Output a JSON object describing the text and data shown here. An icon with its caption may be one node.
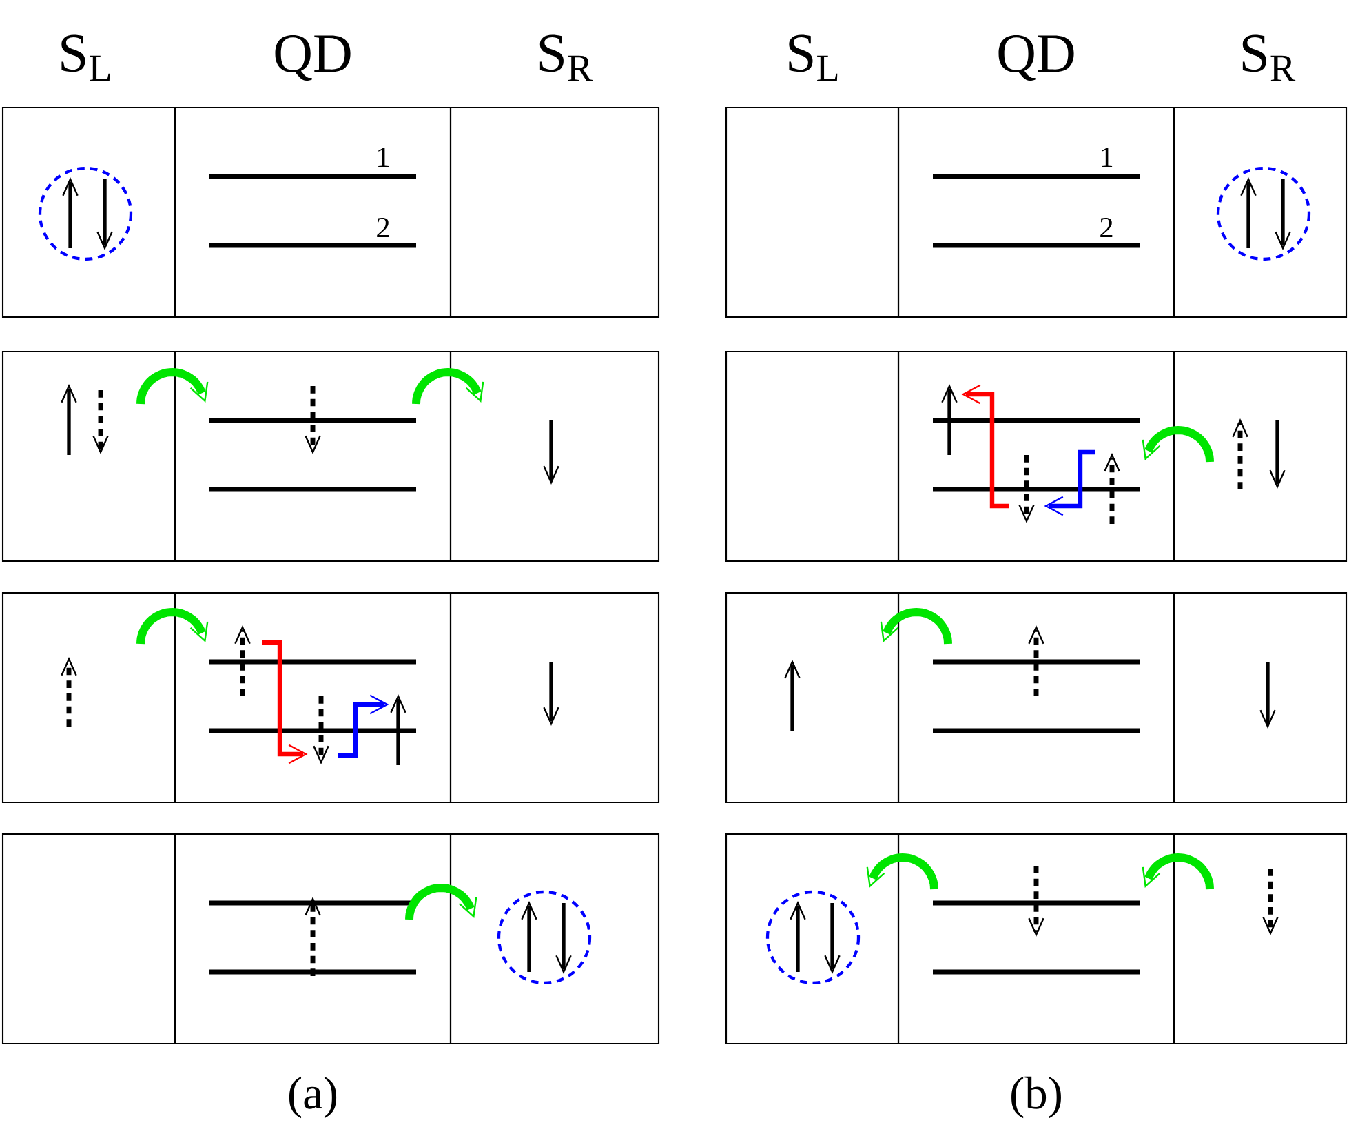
{
  "diagram": {
    "labels": [
      "S$_{L}$",
      "QD",
      "S$_{R}$",
      "S$_{L}$",
      "QD",
      "S$_{R}$",
      "1",
      "1",
      "2",
      "2",
      "(a)",
      "(b)"
    ]
  }
}
